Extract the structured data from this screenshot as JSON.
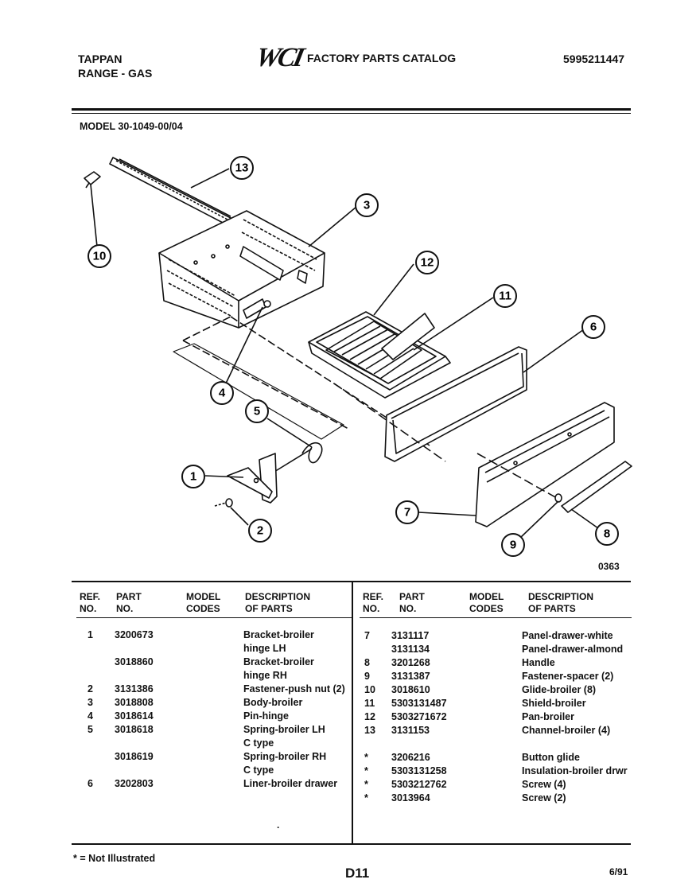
{
  "header": {
    "brand": "TAPPAN",
    "product": "RANGE - GAS",
    "logo": "WCI",
    "catalog_title": "FACTORY PARTS CATALOG",
    "catalog_number": "5995211447",
    "model": "MODEL 30-1049-00/04"
  },
  "diagram": {
    "code": "0363",
    "callouts": [
      "1",
      "2",
      "3",
      "4",
      "5",
      "6",
      "7",
      "8",
      "9",
      "10",
      "11",
      "12",
      "13"
    ]
  },
  "table_headers": {
    "ref": [
      "REF.",
      "NO."
    ],
    "part": [
      "PART",
      "NO."
    ],
    "model": [
      "MODEL",
      "CODES"
    ],
    "desc": [
      "DESCRIPTION",
      "OF PARTS"
    ]
  },
  "left_rows": [
    {
      "ref": "1",
      "part": "3200673",
      "desc": "Bracket-broiler"
    },
    {
      "ref": "",
      "part": "",
      "desc": "hinge LH"
    },
    {
      "ref": "",
      "part": "3018860",
      "desc": "Bracket-broiler"
    },
    {
      "ref": "",
      "part": "",
      "desc": "hinge RH"
    },
    {
      "ref": "2",
      "part": "3131386",
      "desc": "Fastener-push nut (2)"
    },
    {
      "ref": "3",
      "part": "3018808",
      "desc": "Body-broiler"
    },
    {
      "ref": "4",
      "part": "3018614",
      "desc": "Pin-hinge"
    },
    {
      "ref": "5",
      "part": "3018618",
      "desc": "Spring-broiler LH"
    },
    {
      "ref": "",
      "part": "",
      "desc": "C type"
    },
    {
      "ref": "",
      "part": "3018619",
      "desc": "Spring-broiler RH"
    },
    {
      "ref": "",
      "part": "",
      "desc": "C type"
    },
    {
      "ref": "6",
      "part": "3202803",
      "desc": "Liner-broiler drawer"
    }
  ],
  "right_rows": [
    {
      "ref": "7",
      "part": "3131117",
      "desc": "Panel-drawer-white"
    },
    {
      "ref": "",
      "part": "3131134",
      "desc": "Panel-drawer-almond"
    },
    {
      "ref": "8",
      "part": "3201268",
      "desc": "Handle"
    },
    {
      "ref": "9",
      "part": "3131387",
      "desc": "Fastener-spacer (2)"
    },
    {
      "ref": "10",
      "part": "3018610",
      "desc": "Glide-broiler (8)"
    },
    {
      "ref": "11",
      "part": "5303131487",
      "desc": "Shield-broiler"
    },
    {
      "ref": "12",
      "part": "5303271672",
      "desc": "Pan-broiler"
    },
    {
      "ref": "13",
      "part": "3131153",
      "desc": "Channel-broiler (4)"
    },
    {
      "ref": "",
      "part": "",
      "desc": ""
    },
    {
      "ref": "*",
      "part": "3206216",
      "desc": "Button glide"
    },
    {
      "ref": "*",
      "part": "5303131258",
      "desc": "Insulation-broiler drwr"
    },
    {
      "ref": "*",
      "part": "5303212762",
      "desc": "Screw (4)"
    },
    {
      "ref": "*",
      "part": "3013964",
      "desc": "Screw (2)"
    }
  ],
  "footer": {
    "note": "* = Not Illustrated",
    "page": "D11",
    "date": "6/91"
  }
}
